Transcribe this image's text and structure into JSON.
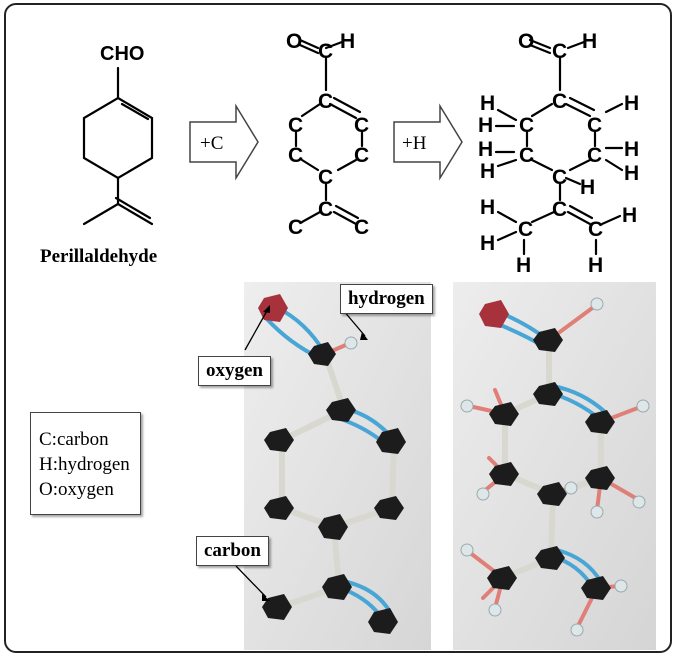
{
  "molecule_name": "Perillaldehyde",
  "skeletal_label": "CHO",
  "steps": {
    "add_carbon": "+C",
    "add_hydrogen": "+H"
  },
  "atom_symbols": {
    "carbon": "C",
    "hydrogen": "H",
    "oxygen": "O"
  },
  "callouts": {
    "oxygen": "oxygen",
    "hydrogen": "hydrogen",
    "carbon": "carbon"
  },
  "legend": [
    "C:carbon",
    "H:hydrogen",
    "O:oxygen"
  ],
  "colors": {
    "carbon_model": "#1c1c1c",
    "oxygen_model": "#a8323c",
    "hydrogen_model": "#dde6e9",
    "double_bond": "#47a6d6",
    "single_bond": "#d8d8d0",
    "h_bond": "#e07f78"
  }
}
